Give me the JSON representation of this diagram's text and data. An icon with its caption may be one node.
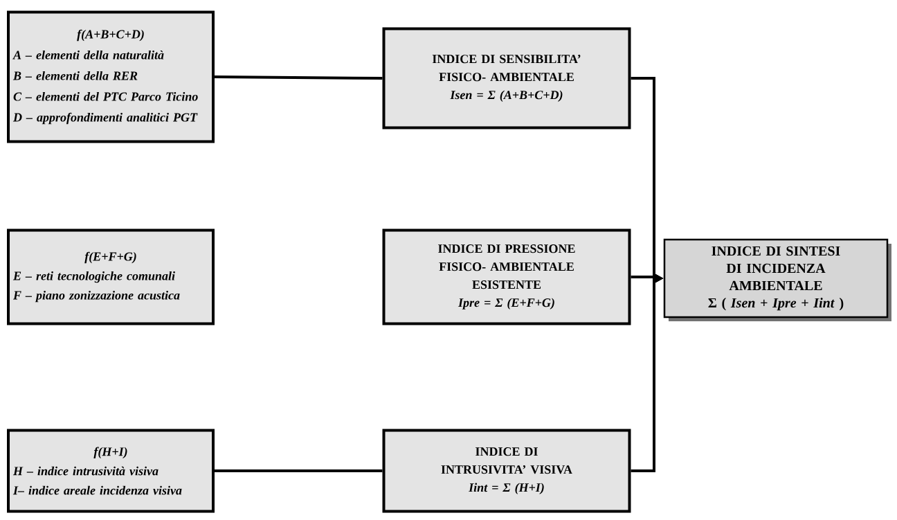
{
  "diagram": {
    "nodes": [
      {
        "text": [
          "f(A+B+C+D)",
          "A – elementi della naturalità",
          "B – elementi della RER",
          "C – elementi del PTC Parco Ticino",
          "D – approfondimenti analitici PGT"
        ]
      },
      {
        "text": [
          "INDICE DI SENSIBILITA’ FISICO- AMBIENTALE",
          "Isen = Σ (A+B+C+D)"
        ]
      },
      {
        "text": [
          "f(E+F+G)",
          "E – reti tecnologiche comunali",
          "F – piano zonizzazione acustica"
        ]
      },
      {
        "text": [
          "INDICE DI PRESSIONE FISICO- AMBIENTALE ESISTENTE",
          "Ipre = Σ (E+F+G)"
        ]
      },
      {
        "text": [
          "f(H+I)",
          "H – indice intrusività visiva",
          "I– indice areale incidenza visiva"
        ]
      },
      {
        "text": [
          "INDICE DI INTRUSIVITA’ VISIVA",
          "Iint = Σ (H+I)"
        ]
      },
      {
        "text": [
          "INDICE DI SINTESI DI INCIDENZA AMBIENTALE",
          "Σ ( *Isen* + *Ipre* + *Iint* )"
        ]
      }
    ],
    "edges": [
      {
        "from": 0,
        "to": 1,
        "arrow": "none"
      },
      {
        "from": 4,
        "to": 5,
        "arrow": "none"
      },
      {
        "from": 1,
        "to": 6,
        "arrow": "to"
      },
      {
        "from": 3,
        "to": 6,
        "arrow": "to"
      },
      {
        "from": 5,
        "to": 6,
        "arrow": "to"
      }
    ]
  }
}
